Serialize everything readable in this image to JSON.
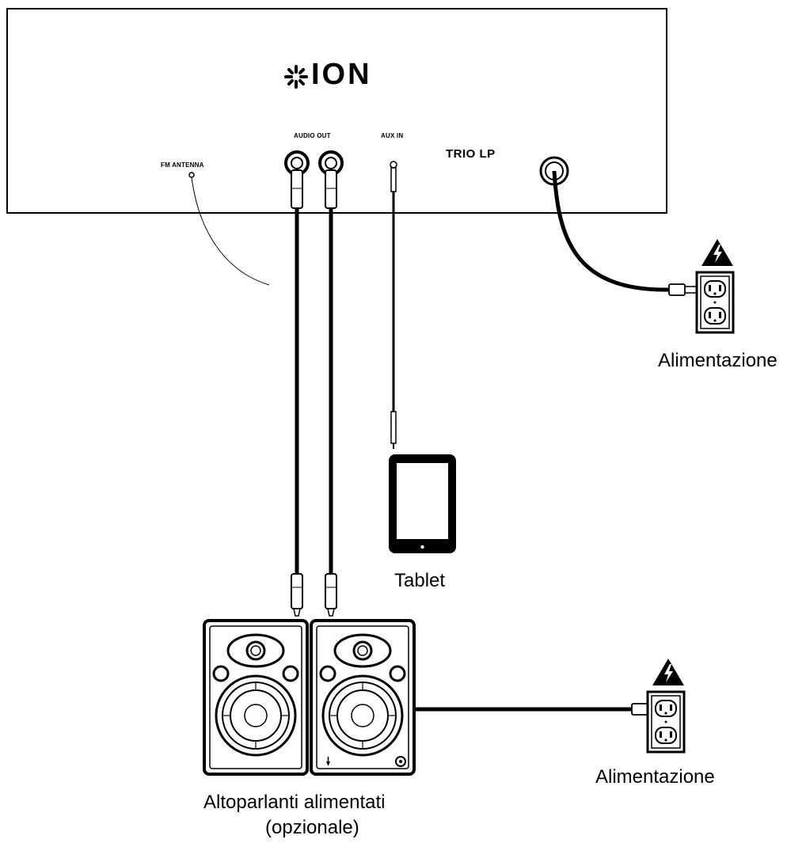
{
  "device": {
    "brand": "ION",
    "model": "TRIO LP",
    "ports": {
      "fm_antenna": "FM ANTENNA",
      "audio_out": "AUDIO OUT",
      "aux_in": "AUX IN"
    }
  },
  "labels": {
    "power_top": "Alimentazione",
    "power_bottom": "Alimentazione",
    "tablet": "Tablet",
    "speakers_line1": "Altoparlanti alimentati",
    "speakers_line2": "(opzionale)"
  },
  "icons": {
    "warning": "high-voltage-warning-icon",
    "outlet": "wall-outlet-icon"
  },
  "colors": {
    "line": "#000000",
    "background": "#ffffff"
  }
}
